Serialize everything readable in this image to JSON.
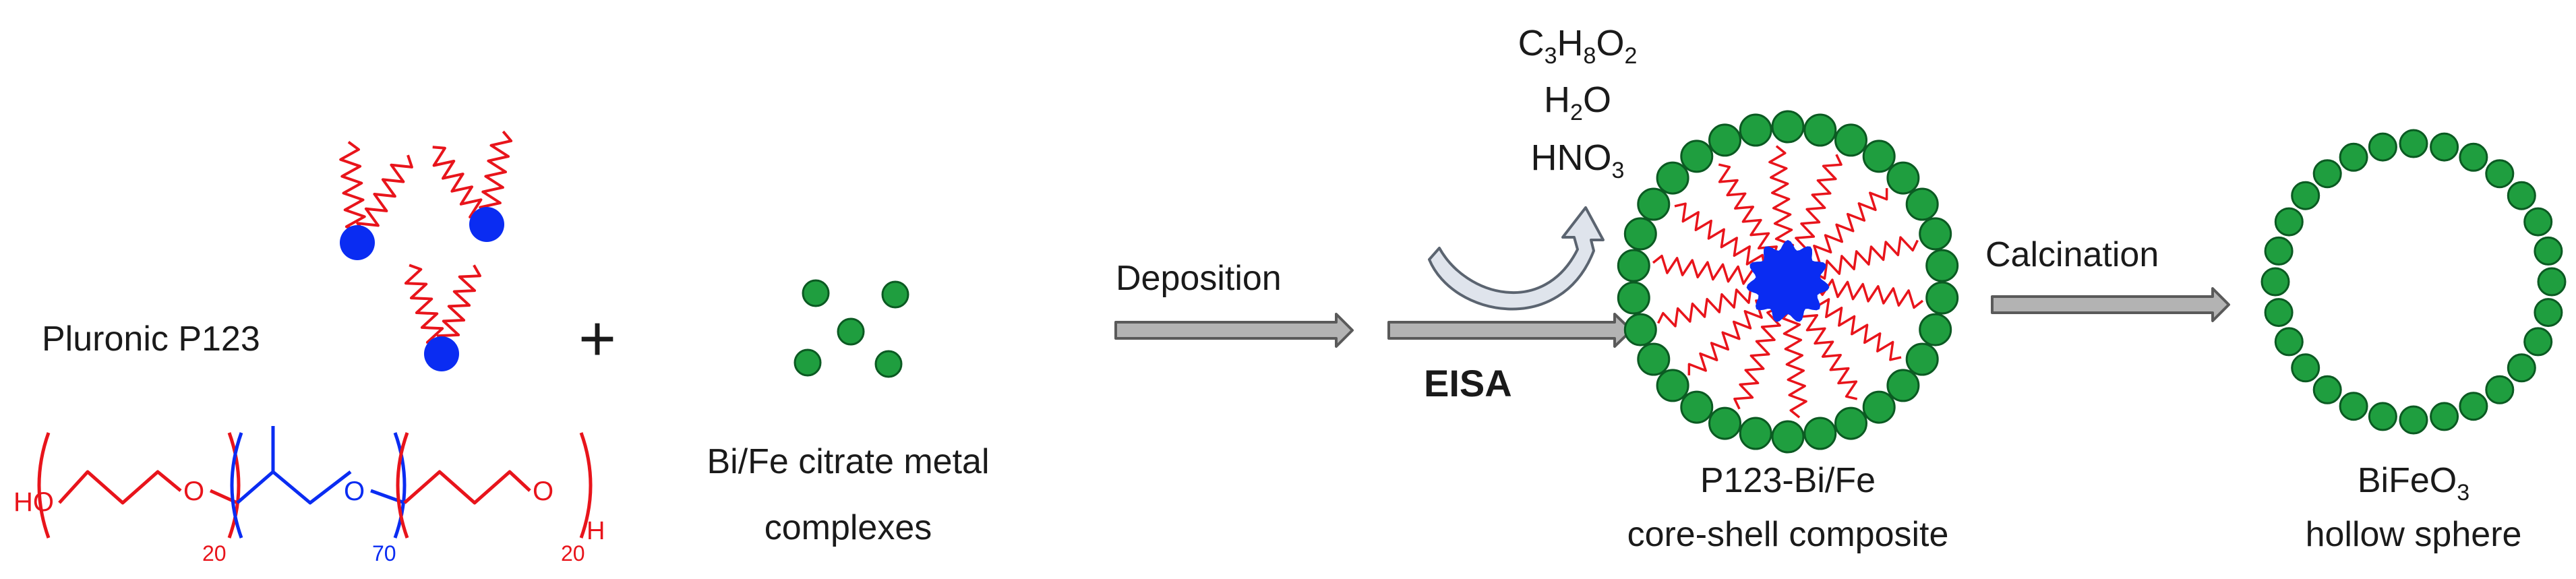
{
  "diagram": {
    "p123_label": "Pluronic P123",
    "plus": "+",
    "precursor_line1": "Bi/Fe citrate metal",
    "precursor_line2": "complexes",
    "step1_label": "Deposition",
    "step2_label": "EISA",
    "step3_label": "Calcination",
    "composite_line1": "P123-Bi/Fe",
    "composite_line2": "core-shell composite",
    "product_line2": "hollow sphere",
    "byproducts": [
      {
        "base": "C",
        "sub1": "3",
        "mid": "H",
        "sub2": "8",
        "end": "O",
        "sub3": "2"
      },
      {
        "base": "H",
        "sub1": "2",
        "mid": "O"
      },
      {
        "base": "HNO",
        "sub1": "3"
      }
    ],
    "product_formula": {
      "base": "BiFeO",
      "sub": "3"
    },
    "polymer_formula": {
      "ho": "HO",
      "o1": "O",
      "o2": "O",
      "o3": "O",
      "h_end": "H",
      "n1": "20",
      "n2": "70",
      "n3": "20"
    },
    "colors": {
      "chain": "#e8141b",
      "hydrophobe": "#0a2cf2",
      "metal": "#1f9e3f",
      "metal_outline": "#0b5a22",
      "arrow_fill": "#b3b3b3",
      "arrow_stroke": "#5a5a5a",
      "text": "#1a1a1a"
    },
    "icons": [
      "polymer-chain-icon",
      "metal-complex-dot-icon",
      "process-arrow-icon",
      "curved-release-arrow-icon"
    ]
  }
}
